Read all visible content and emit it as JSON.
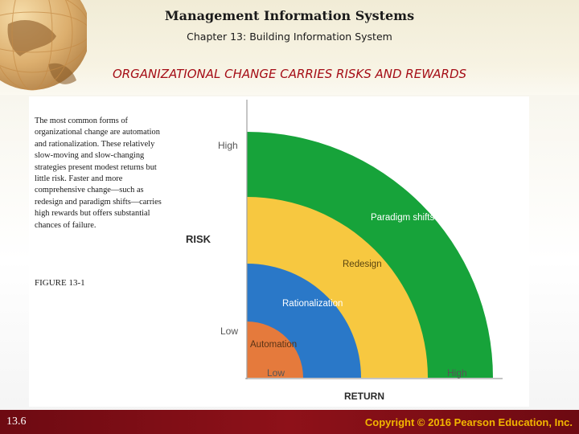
{
  "header": {
    "title": "Management Information Systems",
    "subtitle": "Chapter 13: Building Information System"
  },
  "slide": {
    "heading": "ORGANIZATIONAL CHANGE CARRIES RISKS AND REWARDS",
    "caption": "The most common forms of organizational change are automation and rationalization. These relatively slow-moving and slow-changing strategies present modest returns but little risk. Faster and more comprehensive change—such as redesign and paradigm shifts—carries high rewards but offers substantial chances of failure.",
    "figure_label": "FIGURE 13-1"
  },
  "diagram": {
    "y_axis_label": "RISK",
    "x_axis_label": "RETURN",
    "y_high": "High",
    "y_low": "Low",
    "x_low": "Low",
    "x_high": "High",
    "bands": [
      {
        "label": "Automation",
        "color": "#e57a3c",
        "text_color": "#5a3316"
      },
      {
        "label": "Rationalization",
        "color": "#2a78c8",
        "text_color": "#ffffff"
      },
      {
        "label": "Redesign",
        "color": "#f7c840",
        "text_color": "#5a4410"
      },
      {
        "label": "Paradigm shifts",
        "color": "#17a33a",
        "text_color": "#ffffff"
      }
    ]
  },
  "footer": {
    "slide_number": "13.6",
    "copyright": "Copyright © 2016 Pearson Education, Inc."
  }
}
